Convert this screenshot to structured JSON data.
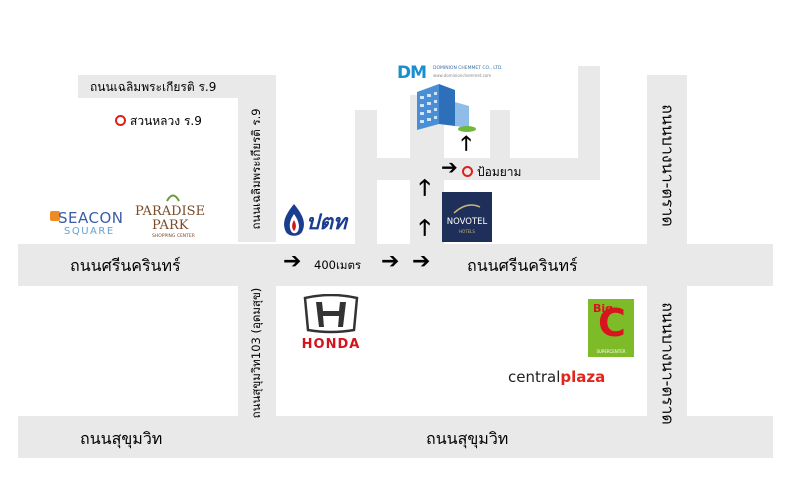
{
  "roads": {
    "chalerm_phrakiat_horizontal": "ถนนเฉลิมพระเกียรติ ร.9",
    "chalerm_phrakiat_vertical": "ถนนเฉลิมพระเกียรติ ร.9",
    "srinakarin_left": "ถนนศรีนครินทร์",
    "srinakarin_right": "ถนนศรีนครินทร์",
    "sukhumvit_left": "ถนนสุขุมวิท",
    "sukhumvit_right": "ถนนสุขุมวิท",
    "sukhumvit_103": "ถนนสุขุมวิท103 (อุดมสุข)",
    "bangna_trad_upper": "ถนนบางนา-ตราด",
    "bangna_trad_lower": "ถนนบางนา-ตราด"
  },
  "places": {
    "suan_luang": "สวนหลวง ร.9",
    "pom_yam": "ป้อมยาม",
    "distance": "400เมตร"
  },
  "logos": {
    "dominion_initials": "DM",
    "dominion_name": "DOMINION CHEMMET CO., LTD.",
    "dominion_url": "www.dominionchemmet.com",
    "seacon_top": "SEACON",
    "seacon_bottom": "SQUARE",
    "paradise_top": "PARADISE",
    "paradise_middle": "PARK",
    "paradise_bottom": "SHOPPING CENTER",
    "ptt": "ปตท",
    "novotel": "NOVOTEL",
    "novotel_sub": "HOTELS",
    "honda": "HONDA",
    "bigc_big": "Big",
    "bigc_c": "C",
    "bigc_super": "SUPERCENTER",
    "central_prefix": "central",
    "central_suffix": "plaza"
  },
  "colors": {
    "road": "#e9e9e9",
    "marker": "#e0201b",
    "seacon_orange": "#f08a24",
    "paradise_brown": "#7a4a2a",
    "ptt_blue": "#1b3d8f",
    "novotel_navy": "#1e2f5a",
    "honda_red": "#d4141c",
    "bigc_green": "#7dbb28",
    "bigc_red": "#d8141f",
    "central_red": "#e1251b"
  }
}
